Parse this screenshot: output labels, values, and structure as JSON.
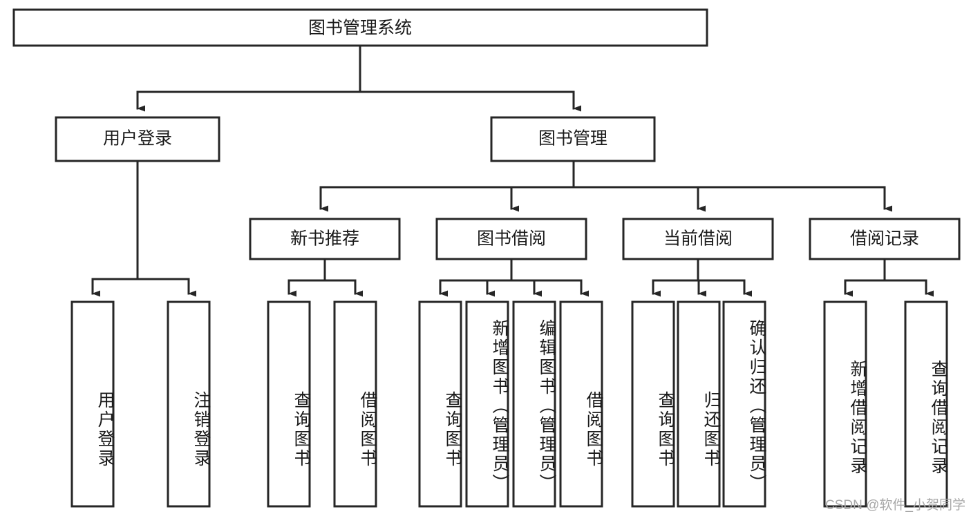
{
  "diagram": {
    "type": "tree-hierarchy",
    "title": "图书管理系统",
    "watermark": "CSDN @软件_小贺同学",
    "colors": {
      "stroke": "#262626",
      "fill": "#ffffff",
      "text": "#1a1a1a",
      "watermark": "#a8a8a8",
      "background": "#ffffff"
    },
    "root": {
      "label": "图书管理系统"
    },
    "level2": [
      {
        "label": "用户登录"
      },
      {
        "label": "图书管理"
      }
    ],
    "level3": [
      {
        "label": "新书推荐"
      },
      {
        "label": "图书借阅"
      },
      {
        "label": "当前借阅"
      },
      {
        "label": "借阅记录"
      }
    ],
    "leaves": {
      "user_login": [
        {
          "label": "用户登录"
        },
        {
          "label": "注销登录"
        }
      ],
      "new_book_recommend": [
        {
          "label": "查询图书"
        },
        {
          "label": "借阅图书"
        }
      ],
      "book_borrow": [
        {
          "label": "查询图书"
        },
        {
          "label": "新增图书（管理员）"
        },
        {
          "label": "编辑图书（管理员）"
        },
        {
          "label": "借阅图书"
        }
      ],
      "current_borrow": [
        {
          "label": "查询图书"
        },
        {
          "label": "归还图书"
        },
        {
          "label": "确认归还（管理员）"
        }
      ],
      "borrow_record": [
        {
          "label": "新增借阅记录"
        },
        {
          "label": "查询借阅记录"
        }
      ]
    }
  }
}
